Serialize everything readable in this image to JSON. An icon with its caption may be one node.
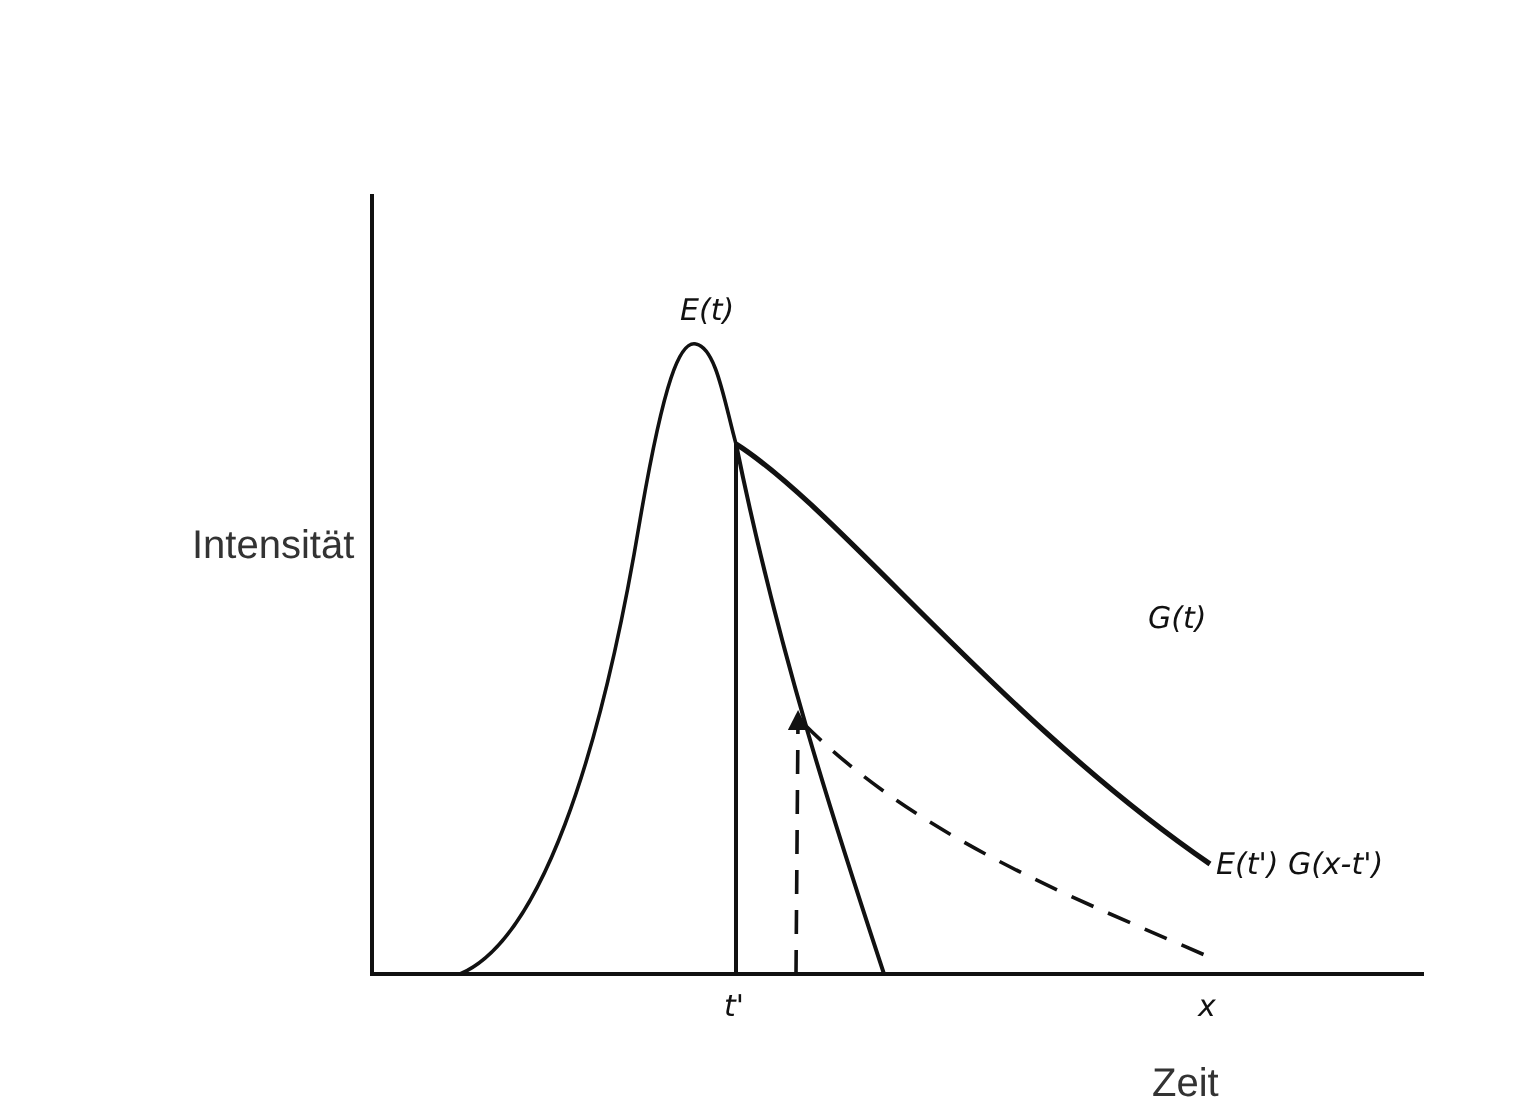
{
  "diagram": {
    "labels": [
      "E(t)",
      "Intensität",
      "G(t)",
      "E(t') G(x-t')",
      "t'",
      "x",
      "Zeit"
    ]
  }
}
